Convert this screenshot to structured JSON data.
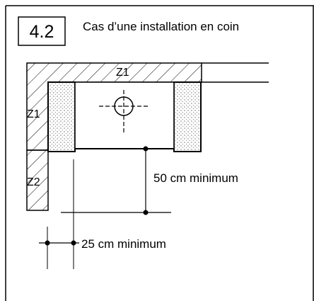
{
  "header": {
    "section_number": "4.2",
    "title": "Cas d’une installation en coin"
  },
  "diagram": {
    "zone_labels": [
      "Z1",
      "Z1",
      "Z2"
    ],
    "dimension_labels": {
      "front_clearance": "50 cm minimum",
      "side_clearance": "25 cm minimum"
    }
  }
}
